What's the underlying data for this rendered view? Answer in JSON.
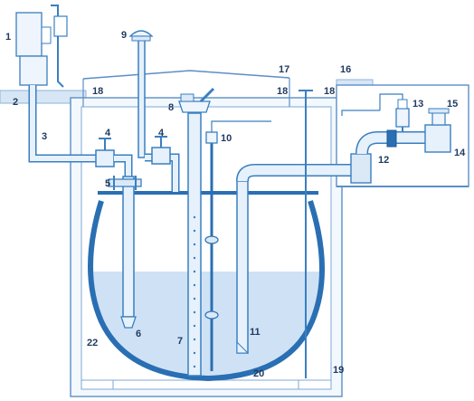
{
  "colors": {
    "tank_stroke": "#2a6fb3",
    "line": "#3a7fc0",
    "fluid": "#cfe2f5",
    "label": "#1f3a5f"
  },
  "labels": [
    "1",
    "2",
    "3",
    "4",
    "4",
    "5",
    "6",
    "7",
    "8",
    "9",
    "10",
    "11",
    "12",
    "13",
    "14",
    "15",
    "16",
    "17",
    "18",
    "18",
    "18",
    "19",
    "20",
    "22"
  ]
}
